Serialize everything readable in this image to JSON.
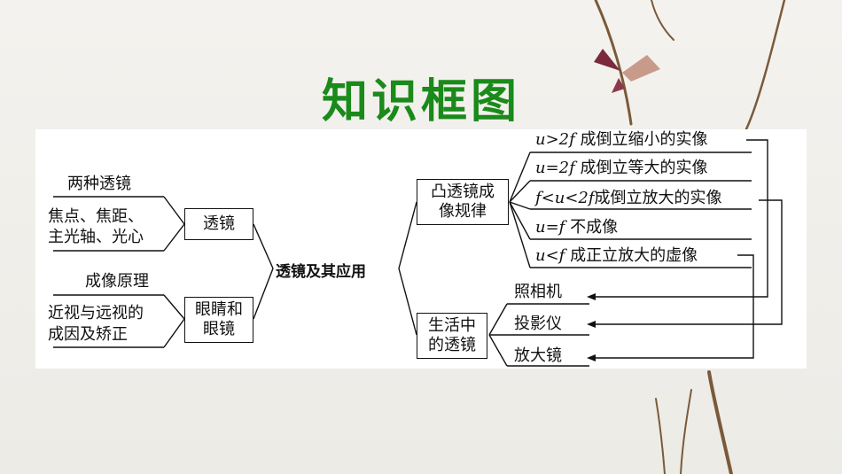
{
  "title": "知识框图",
  "center": "透镜及其应用",
  "left": {
    "lens_box": "透镜",
    "lens_types": "两种透镜",
    "lens_terms_1": "焦点、焦距、",
    "lens_terms_2": "主光轴、光心",
    "eye_box_1": "眼睛和",
    "eye_box_2": "眼镜",
    "imaging_principle": "成像原理",
    "myopia_1": "近视与远视的",
    "myopia_2": "成因及矫正"
  },
  "right": {
    "convex_box_1": "凸透镜成",
    "convex_box_2": "像规律",
    "life_box_1": "生活中",
    "life_box_2": "的透镜",
    "rules": [
      {
        "cond": "u>2f",
        "text": "成倒立缩小的实像"
      },
      {
        "cond": "u=2f",
        "text": "成倒立等大的实像"
      },
      {
        "cond": "f<u<2f",
        "text": "成倒立放大的实像"
      },
      {
        "cond": "u=f",
        "text": "不成像"
      },
      {
        "cond": "u<f",
        "text": "成正立放大的虚像"
      }
    ],
    "applications": [
      "照相机",
      "投影仪",
      "放大镜"
    ]
  }
}
